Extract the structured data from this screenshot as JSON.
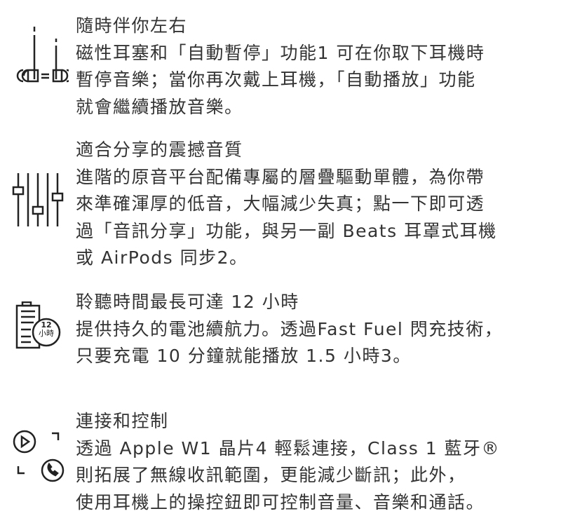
{
  "features": [
    {
      "icon": "earbuds-magnetic-icon",
      "heading": "隨時伴你左右",
      "lines": [
        "磁性耳塞和「自動暫停」功能1 可在你取下耳機時",
        "暫停音樂；當你再次戴上耳機，「自動播放」功能",
        "就會繼續播放音樂。"
      ]
    },
    {
      "icon": "equalizer-sliders-icon",
      "heading": "適合分享的震撼音質",
      "lines": [
        "進階的原音平台配備專屬的層疊驅動單體，為你帶",
        "來準確渾厚的低音，大幅減少失真；點一下即可透",
        "過「音訊分享」功能，與另一副 Beats 耳罩式耳機",
        "或 AirPods 同步2。"
      ]
    },
    {
      "icon": "battery-12-hours-icon",
      "icon_text": [
        "12",
        "小時"
      ],
      "heading": "聆聽時間最長可達 12 小時",
      "lines": [
        "提供持久的電池續航力。透過Fast Fuel 閃充技術，",
        "只要充電 10 分鐘就能播放 1.5 小時3。"
      ]
    },
    {
      "icon": "play-call-controls-icon",
      "heading": "連接和控制",
      "lines": [
        "透過 Apple W1 晶片4 輕鬆連接，Class 1 藍牙®",
        "則拓展了無線收訊範圍，更能減少斷訊；此外，",
        "使用耳機上的操控鈕即可控制音量、音樂和通話。"
      ]
    }
  ]
}
